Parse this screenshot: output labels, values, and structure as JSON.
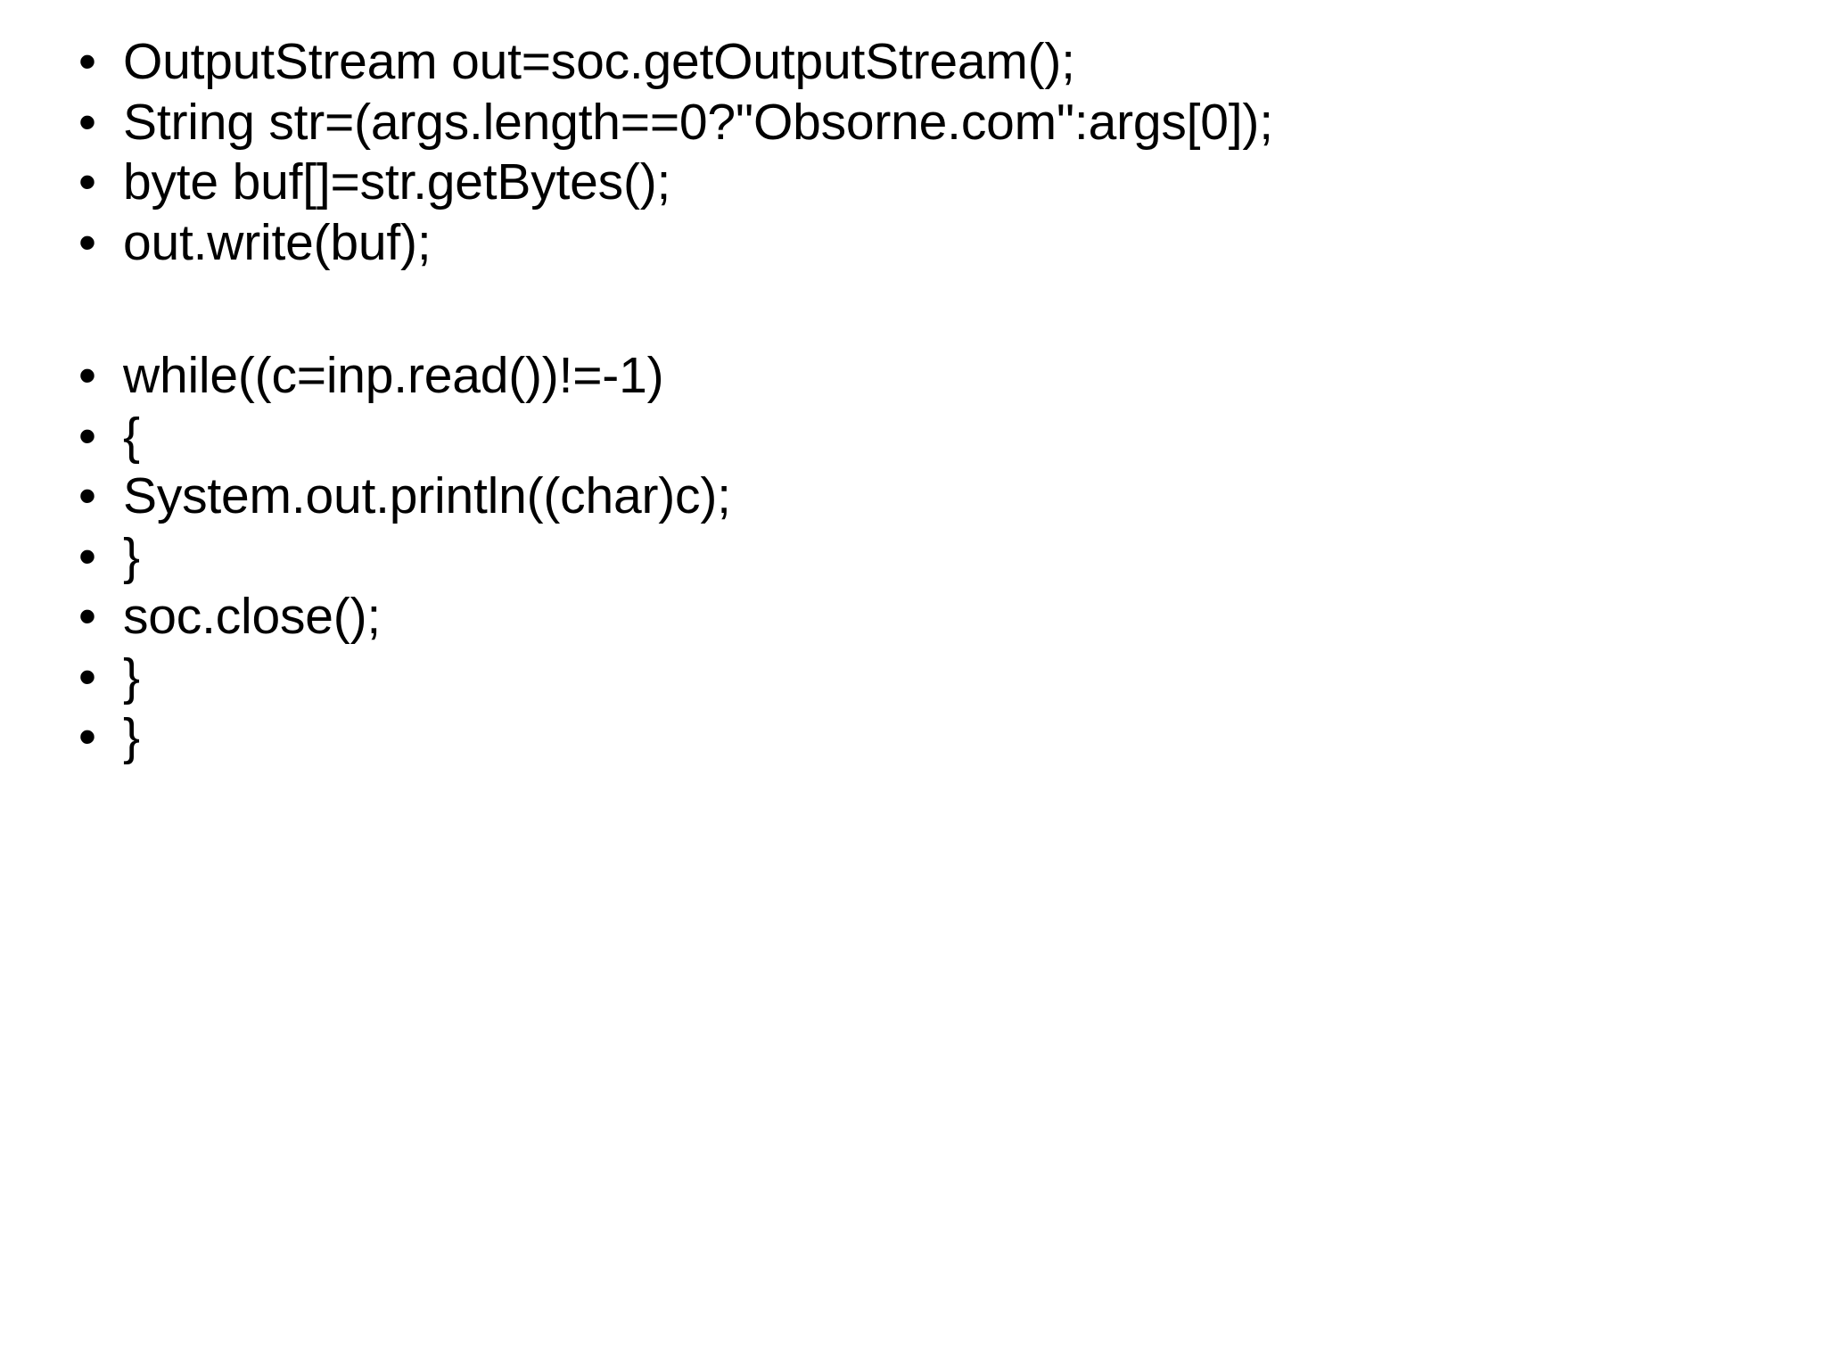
{
  "slide": {
    "background_color": "#ffffff",
    "text_color": "#000000",
    "bullet_glyph": "•",
    "body": {
      "items": [
        {
          "type": "bullet",
          "text": "OutputStream out=soc.getOutputStream();"
        },
        {
          "type": "bullet",
          "text": "String str=(args.length==0?\"Obsorne.com\":args[0]);"
        },
        {
          "type": "bullet",
          "text": "byte buf[]=str.getBytes();"
        },
        {
          "type": "bullet",
          "text": "out.write(buf);"
        },
        {
          "type": "spacer",
          "text": ""
        },
        {
          "type": "bullet",
          "text": "while((c=inp.read())!=-1)"
        },
        {
          "type": "bullet",
          "text": "{"
        },
        {
          "type": "bullet",
          "text": "System.out.println((char)c);"
        },
        {
          "type": "bullet",
          "text": "}"
        },
        {
          "type": "bullet",
          "text": "soc.close();"
        },
        {
          "type": "bullet",
          "text": "}"
        },
        {
          "type": "bullet",
          "text": "}"
        }
      ]
    }
  }
}
